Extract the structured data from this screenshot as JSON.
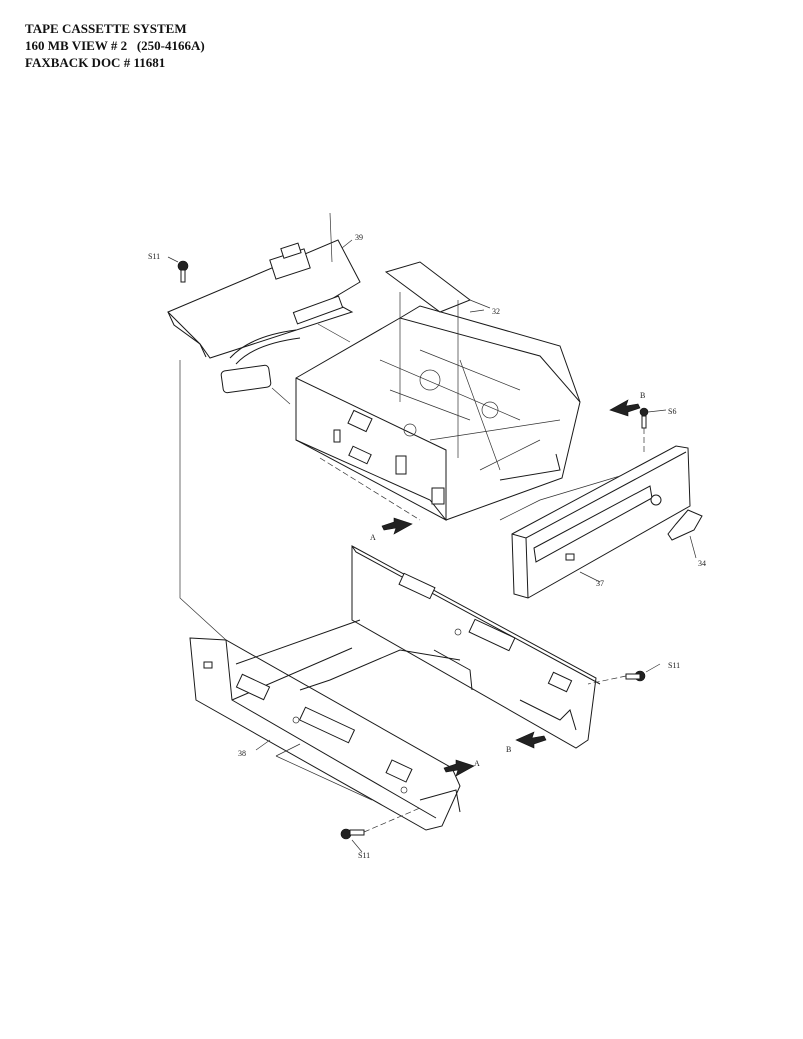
{
  "header": {
    "line1": "TAPE CASSETTE SYSTEM",
    "line2": "160 MB VIEW # 2   (250-4166A)",
    "line3": "FAXBACK DOC # 11681"
  },
  "callouts": {
    "s11_top": "S11",
    "p39": "39",
    "p32": "32",
    "arrow_b_top": "B",
    "s6": "S6",
    "arrow_a_mid": "A",
    "p37": "37",
    "p34": "34",
    "s11_right": "S11",
    "p38": "38",
    "arrow_b_bottom": "B",
    "arrow_a_bottom": "A",
    "s11_bottom": "S11"
  }
}
